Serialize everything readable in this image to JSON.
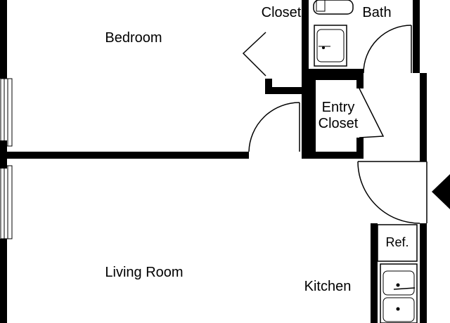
{
  "rooms": {
    "bedroom": "Bedroom",
    "living_room": "Living Room",
    "kitchen": "Kitchen",
    "bath": "Bath",
    "closet": "Closet",
    "entry_closet_line1": "Entry",
    "entry_closet_line2": "Closet"
  },
  "fixtures": {
    "refrigerator": "Ref."
  },
  "colors": {
    "wall": "#000000",
    "background": "#ffffff"
  }
}
